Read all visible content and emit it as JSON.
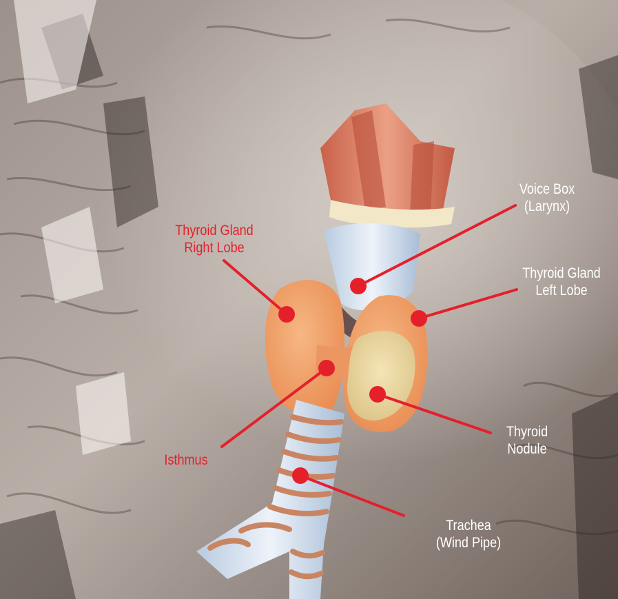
{
  "colors": {
    "callout_red": "#e4202b",
    "label_white": "#ffffff",
    "background": "#8a7d76"
  },
  "labels": {
    "voice_box": {
      "line1": "Voice Box",
      "line2": "(Larynx)"
    },
    "left_lobe": {
      "line1": "Thyroid Gland",
      "line2": "Left Lobe"
    },
    "right_lobe": {
      "line1": "Thyroid Gland",
      "line2": "Right Lobe"
    },
    "nodule": {
      "line1": "Thyroid",
      "line2": "Nodule"
    },
    "isthmus": {
      "line1": "Isthmus"
    },
    "trachea": {
      "line1": "Trachea",
      "line2": "(Wind Pipe)"
    }
  }
}
